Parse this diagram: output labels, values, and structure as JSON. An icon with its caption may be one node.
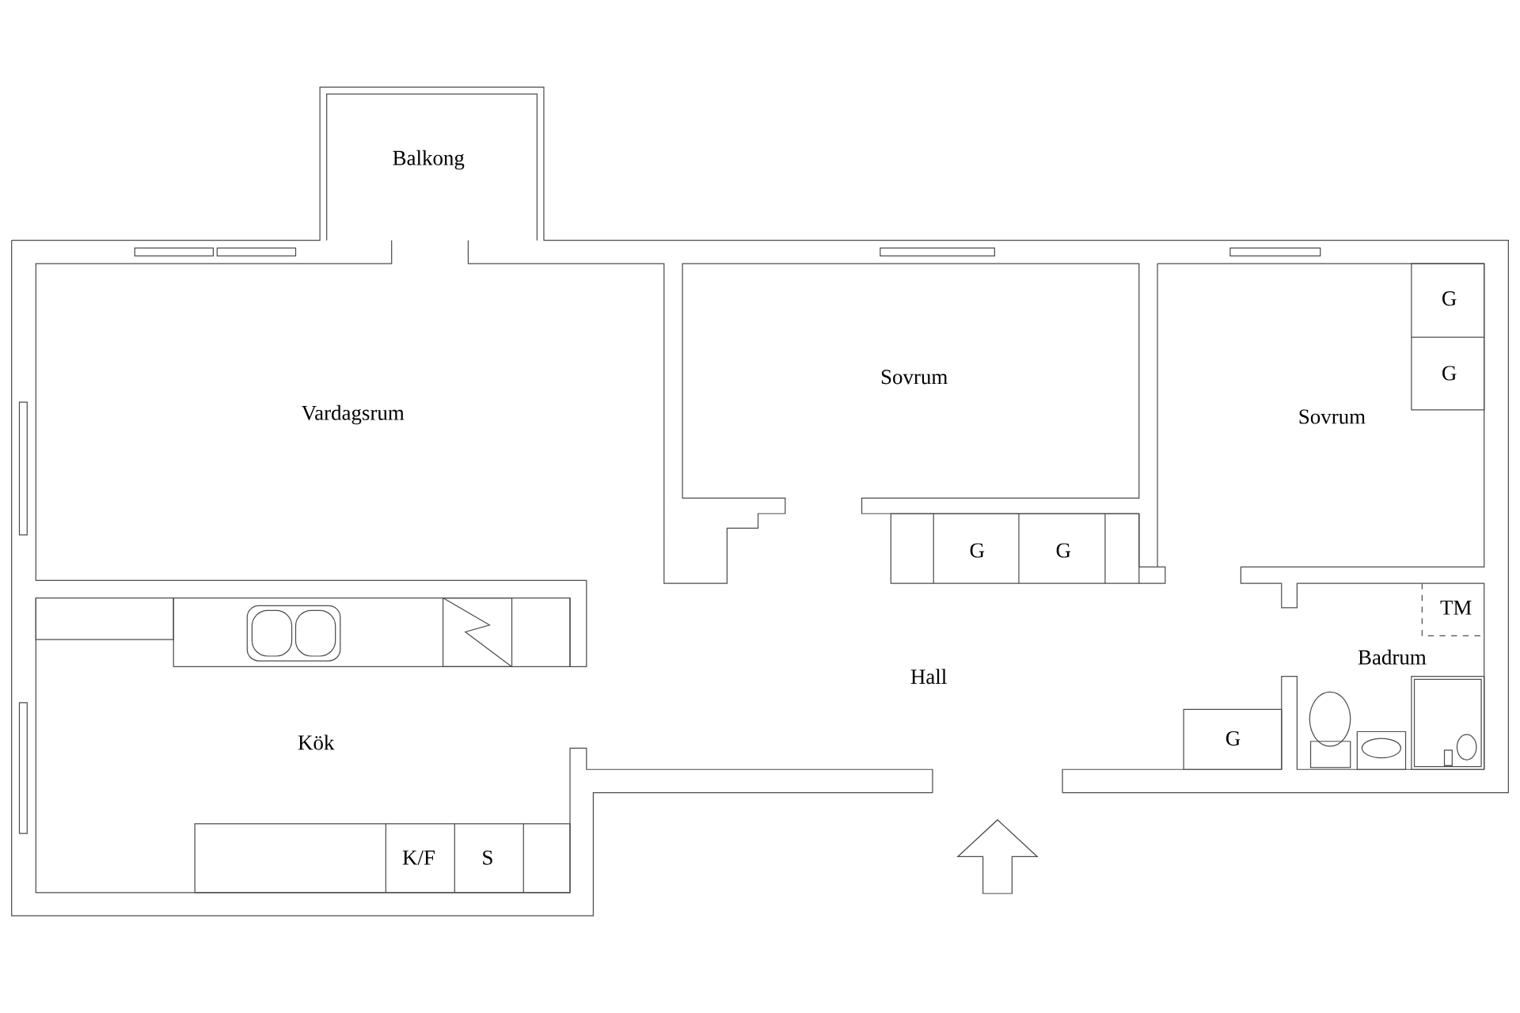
{
  "diagram": {
    "labels": [
      "Balkong",
      "Vardagsrum",
      "Sovrum",
      "Sovrum",
      "G",
      "G",
      "G",
      "G",
      "TM",
      "Badrum",
      "Hall",
      "Kök",
      "G",
      "K/F",
      "S"
    ]
  }
}
